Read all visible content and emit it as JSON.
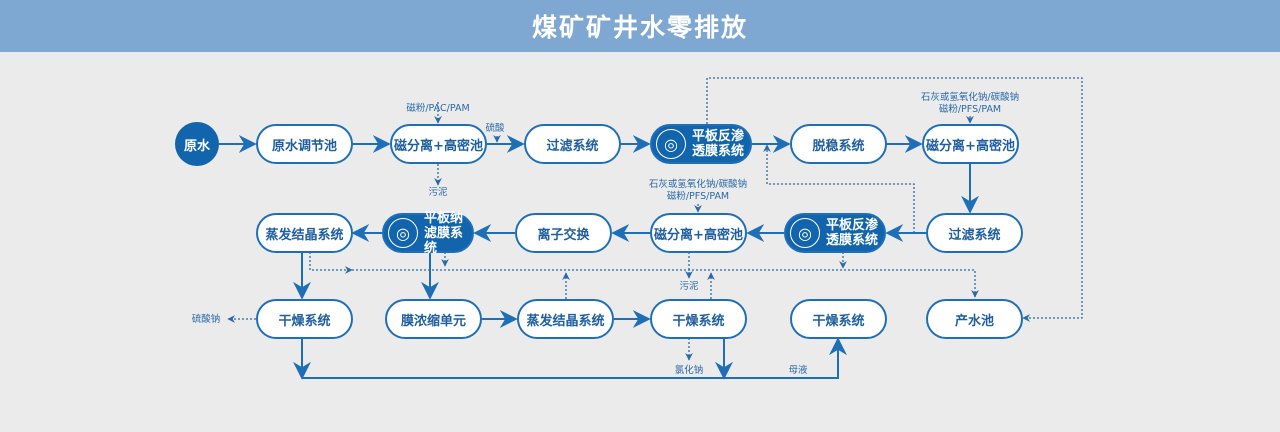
{
  "title": "煤矿矿井水零排放",
  "colors": {
    "header": "#7ea8d1",
    "primary": "#1265ad",
    "line": "#1f6fb8",
    "background": "#ebebeb"
  },
  "nodes": {
    "raw_water": "原水",
    "adjust_tank": "原水调节池",
    "mag_sep_1": "磁分离+高密池",
    "filter_1": "过滤系统",
    "ro_1": "平板反渗透膜系统",
    "destab": "脱稳系统",
    "mag_sep_2": "磁分离+高密池",
    "filter_2": "过滤系统",
    "ro_2": "平板反渗透膜系统",
    "mag_sep_3": "磁分离+高密池",
    "ion_exchange": "离子交换",
    "nf": "平板纳滤膜系统",
    "evap_1": "蒸发结晶系统",
    "dry_1": "干燥系统",
    "membrane_conc": "膜浓缩单元",
    "evap_2": "蒸发结晶系统",
    "dry_2": "干燥系统",
    "dry_3": "干燥系统",
    "product_tank": "产水池"
  },
  "labels": {
    "dose_1": "磁粉/PAC/PAM",
    "acid": "硫酸",
    "sludge_1": "污泥",
    "dose_2_line1": "石灰或氢氧化钠/碳酸钠",
    "dose_2_line2": "磁粉/PFS/PAM",
    "dose_3_line1": "石灰或氢氧化钠/碳酸钠",
    "dose_3_line2": "磁粉/PFS/PAM",
    "sludge_2": "污泥",
    "sodium_sulfate": "硫酸钠",
    "sodium_chloride": "氯化钠",
    "mother_liquor": "母液"
  },
  "icons": {
    "membrane": "target-icon"
  }
}
